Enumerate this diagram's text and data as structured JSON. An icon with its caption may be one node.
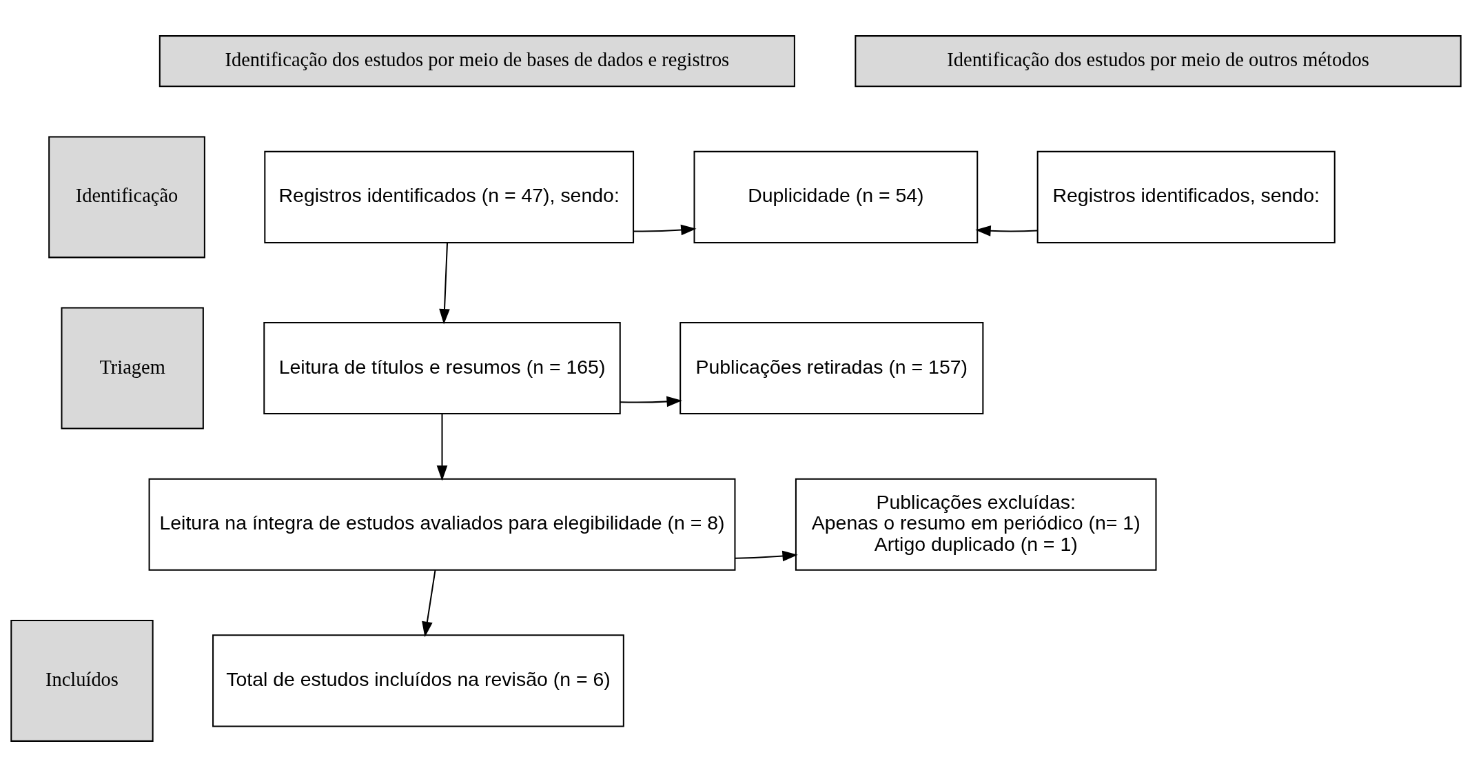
{
  "diagram": {
    "nodes": [
      {
        "text": [
          "Identificação dos estudos por meio de bases de dados e registros"
        ]
      },
      {
        "text": [
          "Identificação dos estudos por meio de outros métodos"
        ]
      },
      {
        "text": [
          "Identificação"
        ]
      },
      {
        "text": [
          "Triagem"
        ]
      },
      {
        "text": [
          "Incluídos"
        ]
      },
      {
        "text": [
          "Registros identificados (n = 47), sendo:"
        ]
      },
      {
        "text": [
          "Duplicidade (n = 54)"
        ]
      },
      {
        "text": [
          "Registros identificados, sendo:"
        ]
      },
      {
        "text": [
          "Leitura de títulos e resumos (n = 165)"
        ]
      },
      {
        "text": [
          "Publicações retiradas (n = 157)"
        ]
      },
      {
        "text": [
          "Leitura na íntegra de estudos avaliados para elegibilidade (n = 8)"
        ]
      },
      {
        "text": [
          "Publicações excluídas:",
          "Apenas o resumo em periódico (n= 1)",
          "Artigo duplicado (n = 1)"
        ]
      },
      {
        "text": [
          "Total de estudos incluídos na revisão (n = 6)"
        ]
      }
    ],
    "edges": [
      {
        "from": 5,
        "to": 6,
        "arrow": "to"
      },
      {
        "from": 7,
        "to": 6,
        "arrow": "to"
      },
      {
        "from": 5,
        "to": 8,
        "arrow": "to"
      },
      {
        "from": 8,
        "to": 9,
        "arrow": "to"
      },
      {
        "from": 8,
        "to": 10,
        "arrow": "to"
      },
      {
        "from": 10,
        "to": 11,
        "arrow": "to"
      },
      {
        "from": 10,
        "to": 12,
        "arrow": "to"
      }
    ]
  }
}
